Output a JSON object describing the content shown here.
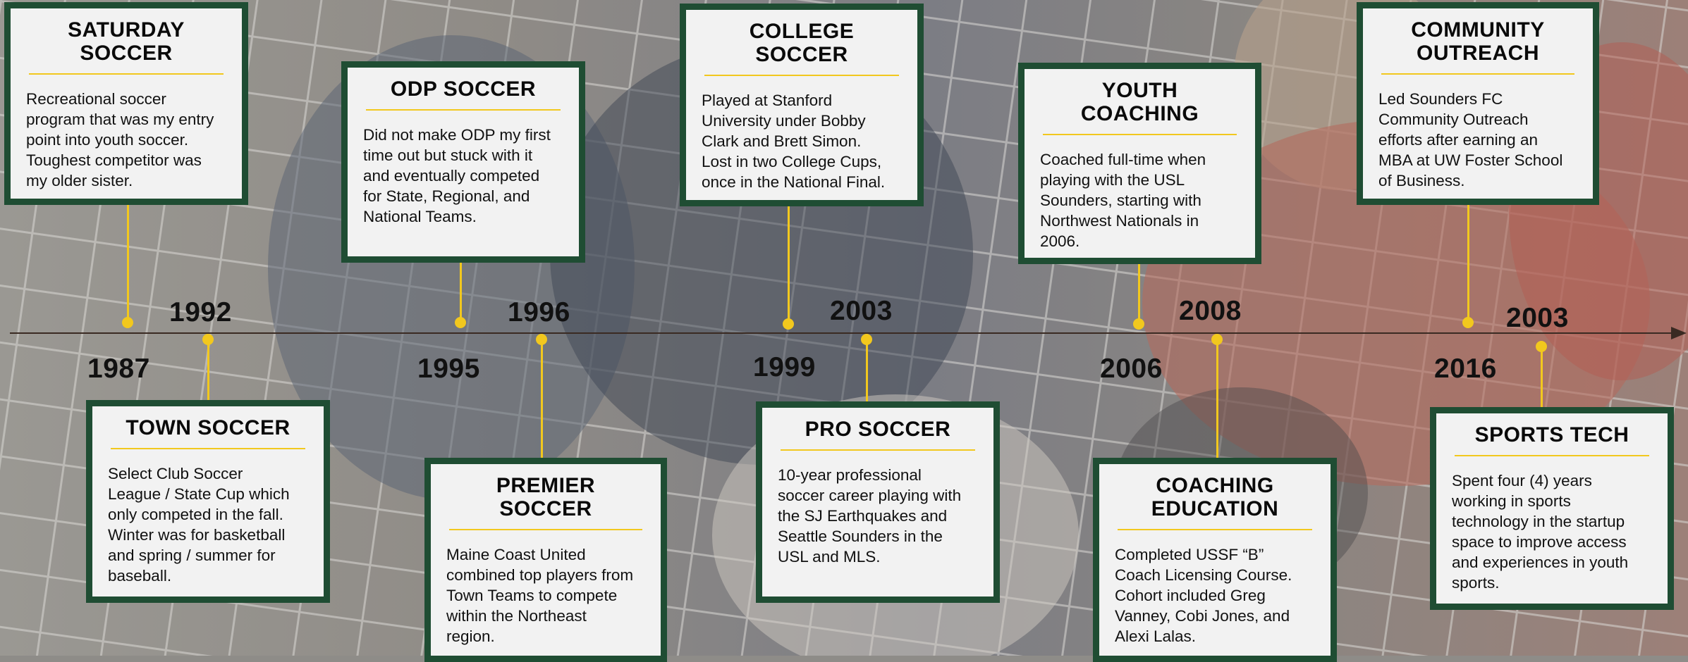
{
  "timeline": {
    "events": [
      {
        "year": "1987",
        "title": "SATURDAY SOCCER",
        "text": "Recreational soccer\nprogram that was my entry\npoint into youth soccer.\nToughest competitor was\nmy older sister."
      },
      {
        "year": "1992",
        "title": "TOWN SOCCER",
        "text": "Select Club Soccer\nLeague / State Cup which\nonly competed in the fall.\nWinter was for basketball\nand spring / summer for\nbaseball."
      },
      {
        "year": "1995",
        "title": "ODP SOCCER",
        "text": "Did not make ODP my first\ntime out but stuck with it\nand eventually competed\nfor State, Regional, and\nNational Teams."
      },
      {
        "year": "1996",
        "title": "PREMIER SOCCER",
        "text": "Maine Coast United\ncombined top players from\nTown Teams to compete\nwithin the Northeast\nregion."
      },
      {
        "year": "1999",
        "title": "COLLEGE SOCCER",
        "text": "Played at Stanford\nUniversity under Bobby\nClark and Brett Simon.\nLost in two College Cups,\nonce in the National Final."
      },
      {
        "year": "2003",
        "title": "PRO SOCCER",
        "text": "10-year professional\nsoccer career playing with\nthe SJ Earthquakes and\nSeattle Sounders in the\nUSL and MLS."
      },
      {
        "year": "2006",
        "title": "YOUTH COACHING",
        "text": "Coached full-time when\nplaying with the USL\nSounders, starting with\nNorthwest Nationals in\n2006."
      },
      {
        "year": "2008",
        "title": "COACHING EDUCATION",
        "text": "Completed USSF “B”\nCoach Licensing Course.\nCohort included Greg\nVanney, Cobi Jones, and\nAlexi Lalas."
      },
      {
        "year": "2016",
        "title": "COMMUNITY OUTREACH",
        "text": "Led Sounders FC\nCommunity Outreach\nefforts after earning an\nMBA at UW Foster School\nof Business."
      },
      {
        "year": "2003",
        "title": "SPORTS TECH",
        "text": "Spent four (4) years\nworking in sports\ntechnology in the startup\nspace to improve access\nand experiences in youth\nsports."
      }
    ]
  },
  "colors": {
    "card_border": "#1f4d33",
    "accent": "#f2c81e",
    "axis": "#3a2a22"
  }
}
